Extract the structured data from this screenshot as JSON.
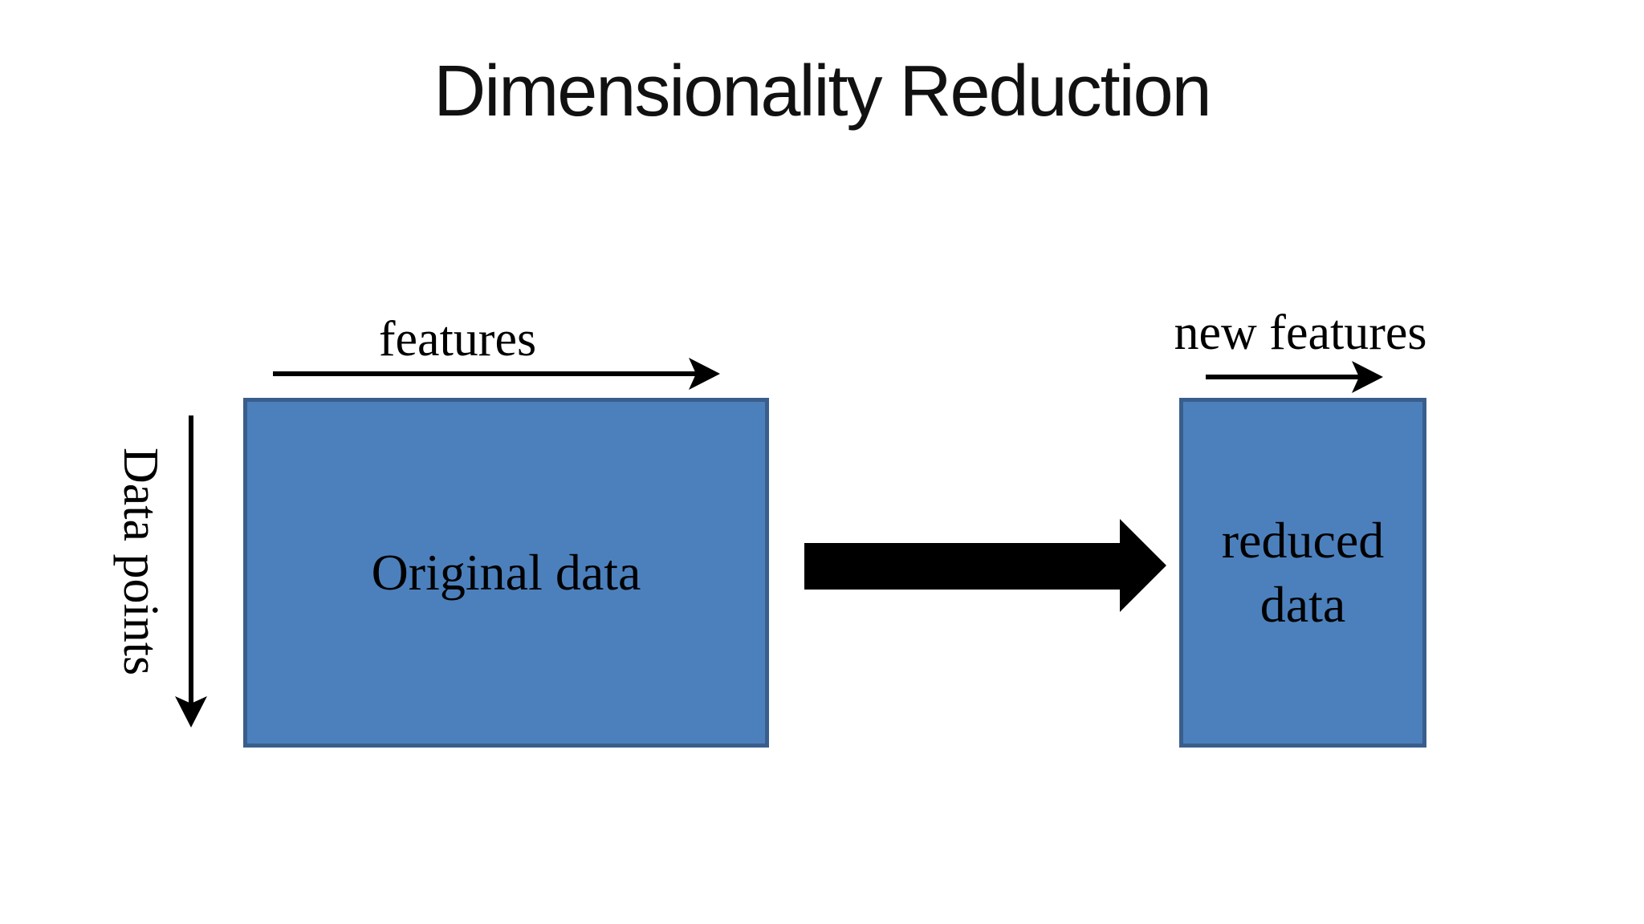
{
  "slide": {
    "title": "Dimensionality Reduction",
    "original_box": {
      "label": "Original data",
      "col_axis_label": "features",
      "row_axis_label": "Data points"
    },
    "reduced_box": {
      "label": "reduced data",
      "col_axis_label": "new features"
    },
    "colors": {
      "background": "#ffffff",
      "title_text": "#111111",
      "label_text": "#000000",
      "box_fill": "#4c80bc",
      "box_border": "#3a5e8c",
      "arrow": "#000000"
    }
  }
}
